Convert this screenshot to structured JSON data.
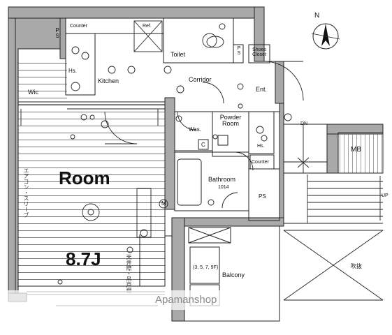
{
  "labels": {
    "counter_top": "Counter",
    "ref": "Ref.",
    "ps_top": "P\nS",
    "toilet": "Toilet",
    "ps_right": "P\nS",
    "shoes_closet": "Shoes\nCloset",
    "hs_kitchen": "Hs.",
    "kitchen": "Kitchen",
    "wic": "Wic",
    "corridor": "Corridor",
    "entrance": "Ent.",
    "powder_room": "Powder\nRoom",
    "was": "Was.",
    "c_box": "C",
    "hs_powder": "Hs.",
    "counter_powder": "Counter",
    "bathroom": "Bathroom",
    "bath_size": "1014",
    "ps_bath": "PS",
    "room": "Room",
    "room_size": "8.7J",
    "m_mark": "M",
    "balcony": "Balcony",
    "aircon_note": "(3, 5, 7, 9F)",
    "mb": "MB",
    "dn": "DN",
    "up": "UP",
    "fukinuke": "吹抜",
    "north": "N",
    "watermark": "Apamanshop",
    "railing_left": "エアコン・スリーブ",
    "ceiling_note": "天井際・吊戸棚"
  },
  "north_arrow": {
    "symbol": "compass-rose"
  },
  "colors": {
    "wall": "#a9a9a9",
    "line": "#222222",
    "floor_hatch": "#666666"
  }
}
